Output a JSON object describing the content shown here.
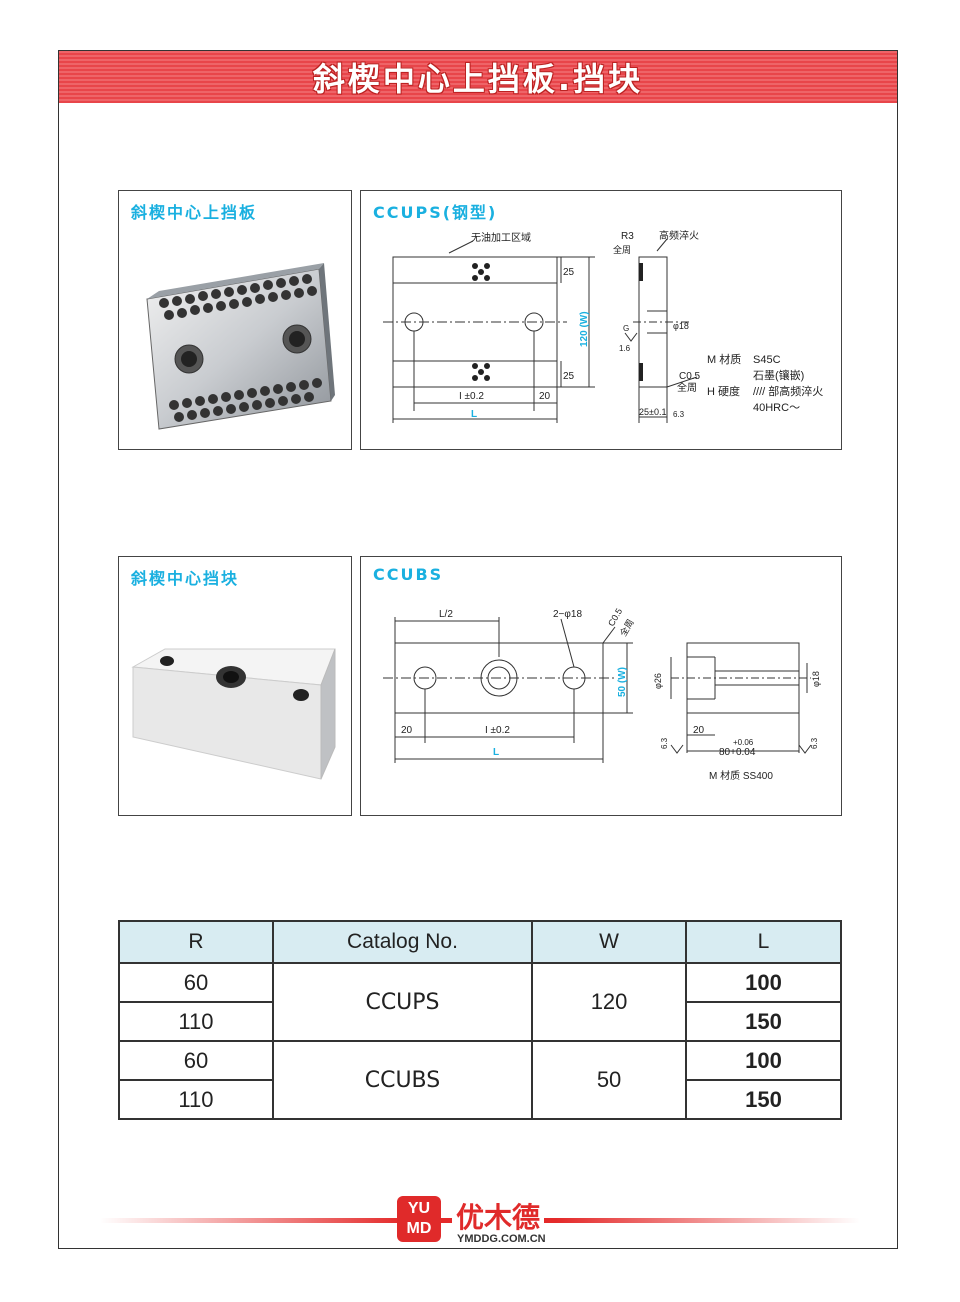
{
  "header": {
    "title": "斜楔中心上挡板.挡块"
  },
  "section1": {
    "photo_title": "斜楔中心上挡板",
    "drawing_title": "CCUPS(钢型)",
    "labels": {
      "no_oil": "无油加工区域",
      "dim25a": "25",
      "dim25b": "25",
      "dimW": "120 (W)",
      "dimI": "I ±0.2",
      "dim20": "20",
      "dimL": "L",
      "r3": "R3",
      "full1": "全周",
      "hf": "高频淬火",
      "phi18": "φ18",
      "c0": "C0.5",
      "full2": "全周",
      "g16": "1.6",
      "g": "G",
      "d25": "25±0.1",
      "r63": "6.3",
      "m_label": "M 材质",
      "m_val1": "S45C",
      "m_val2": "石墨(镶嵌)",
      "h_label": "H 硬度",
      "h_val1": "//// 部高频淬火",
      "h_val2": "40HRC～"
    }
  },
  "section2": {
    "photo_title": "斜楔中心挡块",
    "drawing_title": "CCUBS",
    "labels": {
      "l2": "L/2",
      "holes": "2−φ18",
      "c05": "C0.5",
      "full": "全周",
      "dimW": "50 (W)",
      "dim20a": "20",
      "dimI": "I ±0.2",
      "dimL": "L",
      "phi26": "φ26",
      "phi18": "φ18",
      "dim20b": "20",
      "tol_up": "+0.06",
      "tol_main": "80+0.04",
      "r63a": "6.3",
      "r63b": "6.3",
      "material": "M 材质   SS400"
    }
  },
  "table": {
    "headers": [
      "R",
      "Catalog  No.",
      "W",
      "L"
    ],
    "rows": [
      {
        "r": "60",
        "l": "100"
      },
      {
        "r": "110",
        "l": "150"
      },
      {
        "r": "60",
        "l": "100"
      },
      {
        "r": "110",
        "l": "150"
      }
    ],
    "groups": [
      {
        "catalog": "CCUPS",
        "w": "120"
      },
      {
        "catalog": "CCUBS",
        "w": "50"
      }
    ]
  },
  "footer": {
    "badge_top": "YU",
    "badge_bottom": "MD",
    "brand": "优木德",
    "url": "YMDDG.COM.CN"
  },
  "colors": {
    "accent": "#1ab0e0",
    "banner": "#e8454a",
    "table_header": "#d8ecf2"
  }
}
